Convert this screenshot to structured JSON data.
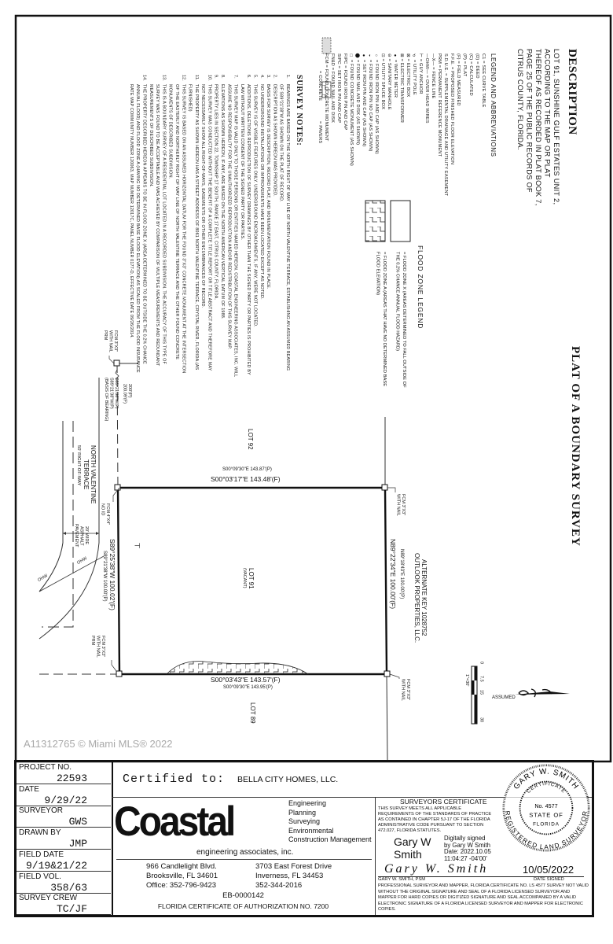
{
  "watermark": "A11312765 © Miami MLS® 2022",
  "title": "PLAT OF A BOUNDARY SURVEY",
  "description": {
    "heading": "DESCRIPTION",
    "body": "LOT 91, SUNSHINE GULF ESTATES UNIT 2, ACCORDING TO THE MAP OR PLAT THEREOF AS RECORDED IN PLAT BOOK 7, PAGE 25 OF THE PUBLIC RECORDS OF CITRUS COUNTY, FLORIDA."
  },
  "legend": {
    "heading": "LEGEND AND ABBREVIATIONS",
    "items": [
      "C1 = SEE CURVE TABLE",
      "(D) = DEED",
      "(C) = CALCULATED",
      "(P) = PLAT",
      "(F) = FIELD MEASURED",
      "F.F.E. = PROPOSED FINISHED FLOOR ELEVATION",
      "S.D.U.E. = SUPPLEMENTAL DRAINAGE AND UTILITY EASEMENT",
      "PRM = PERMANENT REFERENCE MONUMENT",
      "—X— = FENCE LINE",
      "—OHW— = OVER HEAD WIRES",
      "⊢ = GUY ANCHOR",
      "☌ = UTILITY POLE",
      "⊠ = ELECTRIC BOX",
      "⊠ = ELECTRIC TRANSFORMER",
      "● = WATER METER",
      "⊖ = SANITARY MANHOLE",
      "⊡ = UTILITY SPLICE BOX",
      "○ = FOUND IRON PIN AND CAP (AS SHOWN)",
      "◐ = FOUND IRON PIN NO CAP (AS SHOWN)",
      "● = SET IRON PIN AND CAP (AS SHOWN)",
      "⬤ = FOUND NAIL AND DISK (AS SHOWN)",
      "□ = FOUND CONCRETE MONUMENT (AS SHOWN)",
      "FIPC = FOUND IRON PIN AND CAP",
      "SIPC = SET IRON PIN AND CAP",
      "FN&D = FOUND NAIL AND DISK",
      "FCM = FOUND CONCRETE MONUMENT"
    ],
    "concrete": "= CONCRETE",
    "pavers": "= PAVERS"
  },
  "flood_legend": {
    "heading": "FLOOD ZONE LEGEND",
    "zone_x": "= FLOOD ZONE X (AREAS DETERMINED TO FALL OUTSIDE OF THE 0.2% CHANCE ANNUAL FLOOD HAZARD)",
    "zone_a": "= FLOOD ZONE A (AREAS THAT HAVE NO DETERMINED BASE FLOOD ELEVATION)"
  },
  "survey_notes": {
    "heading": "SURVEY NOTES:",
    "notes": [
      {
        "n": "1.",
        "t": "BEARINGS ARE BASED ON THE NORTH RIGHT OF WAY LINE OF NORTH VALENTINE TERRACE, ESTABLISHING AN ASSUMED BEARING OF S89°21'38\"W AS SHOWN ON THE PLAT OF RECORD."
      },
      {
        "n": "2.",
        "t": "DESCRIPTION AS SHOWN HEREON WAS PROVIDED."
      },
      {
        "n": "3.",
        "t": "BASIS FOR SURVEY IS DESCRIPTION, RECORD PLAT, AND MONUMENTATION FOUND IN PLACE."
      },
      {
        "n": "4.",
        "t": "NO UNDERGROUND INSTALLATIONS OR IMPROVEMENTS HAVE BEEN LOCATED EXCEPT AS NOTED."
      },
      {
        "n": "5.",
        "t": "THIS SURVEY IS OF VISIBLE FEATURES ONLY. UNDERGROUND ENCROACHMENTS, IF ANY, WERE NOT LOCATED."
      },
      {
        "n": "6.",
        "t": "ADDITIONS, DELETIONS REPRODUCTION OF SURVEY DRAWINGS BY OTHER THAN THE SIGNED PARTY OR PARTIES IS PROHIBITED BY LAW WITHOUT WRITTEN CONSENT OF THE SIGNED PARTY OR PARTIES."
      },
      {
        "n": "7.",
        "t": "THIS SURVEY MAP IS VALID ONLY TO THOSE PERSONS OR ENTITIES NAMED HEREON. COASTAL ENGINEERING ASSOCIATES, INC. WILL ASSUME NO RESPONSIBILITY FOR THE UNAUTHORIZED REPRODUCTION AND/OR REDISTRIBUTION OF THIS SURVEY MAP."
      },
      {
        "n": "8.",
        "t": "ELEVATIONS AS SHOWN HEREON, IF ANY, ARE BASED ON THE NORTH AMERICAN VERTICAL DATUM OF 1988."
      },
      {
        "n": "9.",
        "t": "PROPERTY LIES IN SECTION 22, TOWNSHIP 17 SOUTH, RANGE 17 EAST, CITRUS COUNTY, FLORIDA."
      },
      {
        "n": "10.",
        "t": "THIS SURVEY WAS CONDUCTED WITHOUT THE BENEFIT OF A COMPLETE TITLE REPORT OR TITLE ABSTRACT AND THEREFORE MAY NOT NECESSARILY SHOW ALL RIGHT-OF-WAYS, EASEMENTS OR OTHER ENCUMBRANCES OF RECORD."
      },
      {
        "n": "11.",
        "t": "THE PROPERTY AS SHOWN HEREON HAS A STREET ADDRESS OF 8061 NORTH VALENTINE TERRACE, CRYSTAL RIVER, FLORIDA.(AS FURNISHED)"
      },
      {
        "n": "12.",
        "t": "THIS SURVEY IS BASED ON AN ASSUMED HORIZONTAL DATUM FOR THE FOUND 3\"X3\" CONCRETE MONUMENT AT THE INTERSECTION OF THE EASTERLY AND NORTHERLY RIGHT OF WAY LINE OF NORTH VALENTINE TERRACE AND THE OTHER FOUND CONCRETE MONUMENTS OF DESCRIBED SUBDIVISION."
      },
      {
        "n": "13.",
        "t": "THIS IS A BOUNDARY SURVEY OF A RESIDENTIAL LOT LOCATED IN A RECORDED SUBDIVISION. THE ACCURACY OF THIS TYPE OF SURVEY WAS FOUND TO BE ACCEPTABLE AND WAS ACHIEVED BY COMPARISON OF MULTIPLE MEASUREMENTS AND REDUNDANT MEASUREMENTS OF DESCRIBED SUBDIVISION."
      },
      {
        "n": "14.",
        "t": "THE PROPERTY DESCRIBED HEREON APPEARS TO BE IN FLOOD ZONE X (AREA DETERMINED TO BE OUTSIDE THE 0.2% CHANCE ANNUAL FLOOD) AND FLOOD ZONE A (HAVING NO DETERMINED BASE FLOOD ELEVATION) AS SCALED FROM THE FLOOD INSURANCE RATE MAP COMMUNITY NUMBER 120063, MAP NUMBER 12017C, PANEL NUMBER 0177-D, EFFECTIVE DATE 09/26/2014."
      }
    ]
  },
  "plat": {
    "lot_92": "LOT 92",
    "lot_91": "LOT 91",
    "lot_91_status": "(VACANT)",
    "lot_89": "LOT 89",
    "north_p": "S00°09'30\"E  143.87'(P)",
    "north_f": "S00°03'17\"E  143.48'(F)",
    "south_f": "S00°03'43\"E  143.57'(F)",
    "south_p": "S00°09'30\"E  143.95'(P)",
    "east_p": "N89°18'43\"E  100.00'(P)",
    "east_f": "N89°22'34\"E  100.00'(F)",
    "west_f": "S89°25'38\"W  100.02'(F)",
    "west_p": "S89°21'38\"W  100.00'(P)",
    "alt_key": "ALTERNATE KEY 1028752",
    "owner": "OUTLOOK PROPERTIES, LLC.",
    "fcm_top_right": "FCM 3\"X3\" WITH NAIL",
    "fcm_bottom_right": "FCM 3\"X3\" WITH NAIL",
    "fcm_bottom_left": "FCM 3\"X3\" WITH NAIL PRM",
    "fcm_top_left": "FCM 3\"X3\" WITH NAIL PRM",
    "fcm_west": "FCM 4\"X4\" NO ID",
    "dist_p": "200'(P)",
    "dist_f": "200.09'(F)",
    "bearing_f": "S89°21'38\"W(F)",
    "bearing_p": "S89°21'38\"W(P)",
    "basis": "(BASIS OF BEARING)",
    "street": "NORTH VALENTINE TERRACE",
    "row": "50' RIGHT-OF-WAY",
    "pavement": "20' WIDE ASPHALT PAVEMENT",
    "ohw": "OHW",
    "ohw2": "OHW",
    "guy": "⊤",
    "scale_ticks": [
      "0",
      "7.5",
      "15",
      "30"
    ],
    "scale": "1\"=30'",
    "north_label": "ASSUMED"
  },
  "title_block": {
    "fields": [
      {
        "label": "PROJECT NO.",
        "value": "22593"
      },
      {
        "label": "DATE",
        "value": "9/29/22"
      },
      {
        "label": "SURVEYOR",
        "value": "GWS"
      },
      {
        "label": "DRAWN BY",
        "value": "JMP"
      },
      {
        "label": "FIELD DATE",
        "value": "9/19&21/22"
      },
      {
        "label": "FIELD VOL.",
        "value": "358/63"
      },
      {
        "label": "SURVEY CREW",
        "value": "TC/JF"
      }
    ],
    "certified_label": "Certified  to:",
    "certified_to": "BELLA CITY HOMES, LLC.",
    "company": {
      "logo": "Coastal",
      "sub": "engineering associates, inc.",
      "services": [
        "Engineering",
        "Planning",
        "Surveying",
        "Environmental",
        "Construction Management"
      ],
      "office1": [
        "966 Candlelight Blvd.",
        "Brooksville, FL 34601",
        "Office: 352-796-9423"
      ],
      "office2": [
        "3703 East Forest Drive",
        "Inverness, FL 34453",
        "352-344-2016"
      ],
      "eb": "EB-0000142",
      "authorization": "FLORIDA CERTIFICATE OF AUTHORIZATION NO. 7200"
    },
    "certificate": {
      "heading": "SURVEYORS CERTIFICATE",
      "text": "THIS SURVEY MEETS ALL APPLICABLE REQUIREMENTS OF THE STANDARDS OF PRACTICE AS CONTAINED IN CHAPTER 5J-17 OF THE FLORIDA ADMINISTRATIVE CODE PURSUANT TO SECTION 472.027, FLORIDA STATUTES.",
      "signer_name": "Gary W Smith",
      "digital": [
        "Digitally signed",
        "by Gary W Smith",
        "Date: 2022.10.05",
        "11:04:27 -04'00'"
      ],
      "signature": "Gary W. Smith",
      "date_signed": "10/05/2022",
      "signer_line": "GARY W. SMITH, PSM",
      "date_label": "DATE SIGNED",
      "footer": "PROFESSIONAL SURVEYOR AND MAPPER, FLORIDA CERTIFICATE NO. LS 4577 SURVEY NOT VALID WITHOUT THE ORIGINAL SIGNATURE AND SEAL OF A FLORIDA LICENSED SURVEYOR AND MAPPER FOR HARD COPIES OR DIGITIZED SIGNATURE AND SEAL ACCOMPANIED BY A VALID ELECTRONIC SIGNATURE OF A FLORIDA LICENSED SURVEYOR AND MAPPER FOR ELECTRONIC COPIES."
    },
    "seal": {
      "top": "GARY W. SMITH",
      "bottom": "REGISTERED LAND SURVEYOR",
      "inner_top": "CERTIFICATE",
      "number": "No. 4577",
      "state": "STATE OF",
      "florida": "FLORIDA"
    }
  }
}
